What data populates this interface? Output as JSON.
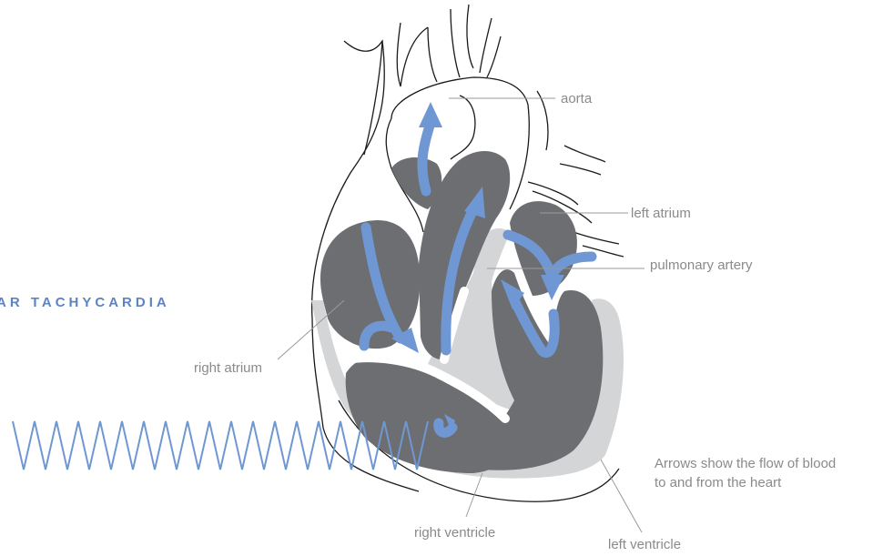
{
  "title": "AR TACHYCARDIA",
  "labels": {
    "aorta": "aorta",
    "left_atrium": "left atrium",
    "pulmonary_artery": "pulmonary artery",
    "right_atrium": "right atrium",
    "right_ventricle": "right ventricle",
    "left_ventricle": "left ventricle"
  },
  "note": {
    "line1": "Arrows show the flow of blood",
    "line2": "to and from the heart"
  },
  "colors": {
    "chamber": "#6d6e71",
    "wall": "#d4d5d6",
    "arrow": "#6f97d3",
    "label": "#8a8a8a",
    "leader": "#9a9a9a",
    "outline": "#1a1a1a"
  }
}
